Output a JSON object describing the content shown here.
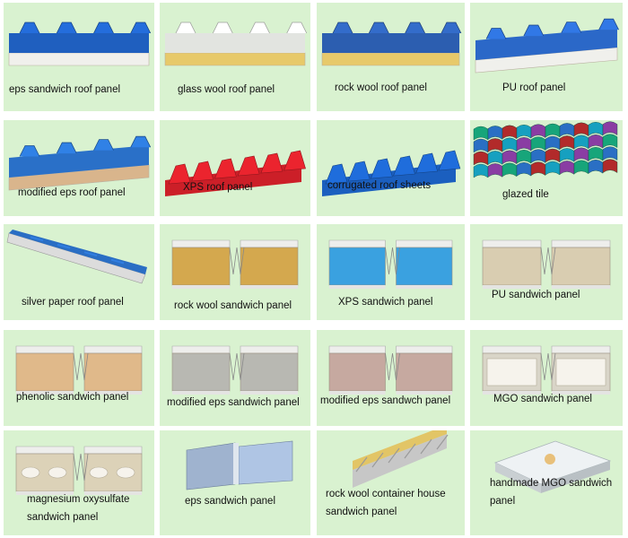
{
  "panels": [
    {
      "label": "eps sandwich roof panel",
      "label2": "",
      "kind": "roof-flat",
      "color": "#1f5fbf"
    },
    {
      "label": "glass wool roof panel",
      "label2": "",
      "kind": "roof-flat-wool",
      "color": "#e2e4e0"
    },
    {
      "label": "rock wool roof panel",
      "label2": "",
      "kind": "roof-flat-wool",
      "color": "#2c5eb0"
    },
    {
      "label": "PU roof panel",
      "label2": "",
      "kind": "roof-angle",
      "color": "#2b68c8"
    },
    {
      "label": "modified eps roof panel",
      "label2": "",
      "kind": "roof-angle-eps",
      "color": "#2a70c8"
    },
    {
      "label": "XPS roof panel",
      "label2": "",
      "kind": "trapezoid",
      "color": "#cc1f28"
    },
    {
      "label": "corrugated roof sheets",
      "label2": "",
      "kind": "trapezoid",
      "color": "#1b5fbf"
    },
    {
      "label": "glazed tile",
      "label2": "",
      "kind": "tile",
      "color": "#17a57a"
    },
    {
      "label": "silver paper roof panel",
      "label2": "",
      "kind": "roof-diag",
      "color": "#2a6ec4"
    },
    {
      "label": "rock wool sandwich panel",
      "label2": "",
      "kind": "sandwich",
      "color": "#d4a84e"
    },
    {
      "label": "XPS sandwich panel",
      "label2": "",
      "kind": "sandwich",
      "color": "#3aa1e0"
    },
    {
      "label": "PU sandwich panel",
      "label2": "",
      "kind": "sandwich",
      "color": "#d9cdb1"
    },
    {
      "label": "phenolic sandwich panel",
      "label2": "",
      "kind": "sandwich",
      "color": "#e0b98a"
    },
    {
      "label": "modified eps sandwich panel",
      "label2": "",
      "kind": "sandwich",
      "color": "#b8b8b2"
    },
    {
      "label": "modified eps  sandwch panel",
      "label2": "",
      "kind": "sandwich",
      "color": "#c6a9a0"
    },
    {
      "label": "MGO sandwich panel",
      "label2": "",
      "kind": "sandwich-hollow",
      "color": "#d9d5c8"
    },
    {
      "label": "magnesium oxysulfate",
      "label2": "sandwich panel",
      "kind": "sandwich-holes",
      "color": "#dcd2b8"
    },
    {
      "label": "eps sandwich panel",
      "label2": "",
      "kind": "wall-panel",
      "color": "#9fb3cf"
    },
    {
      "label": "rock wool container house",
      "label2": "sandwich panel",
      "kind": "container",
      "color": "#e9e9e9"
    },
    {
      "label": "handmade MGO sandwich",
      "label2": "panel",
      "kind": "mgo-board",
      "color": "#eef2f4"
    }
  ]
}
